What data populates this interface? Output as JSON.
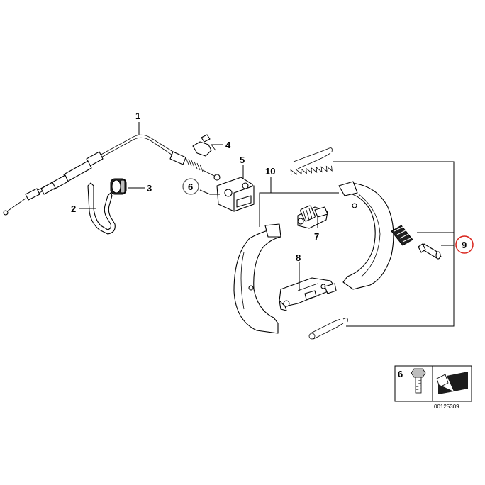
{
  "callouts": {
    "c1": "1",
    "c2": "2",
    "c3": "3",
    "c4": "4",
    "c5": "5",
    "c6": "6",
    "c7": "7",
    "c8": "8",
    "c9": "9",
    "c10": "10"
  },
  "highlight_color": "#d9251d",
  "torque_box": {
    "number": "6"
  },
  "diagram_id": "00125309"
}
